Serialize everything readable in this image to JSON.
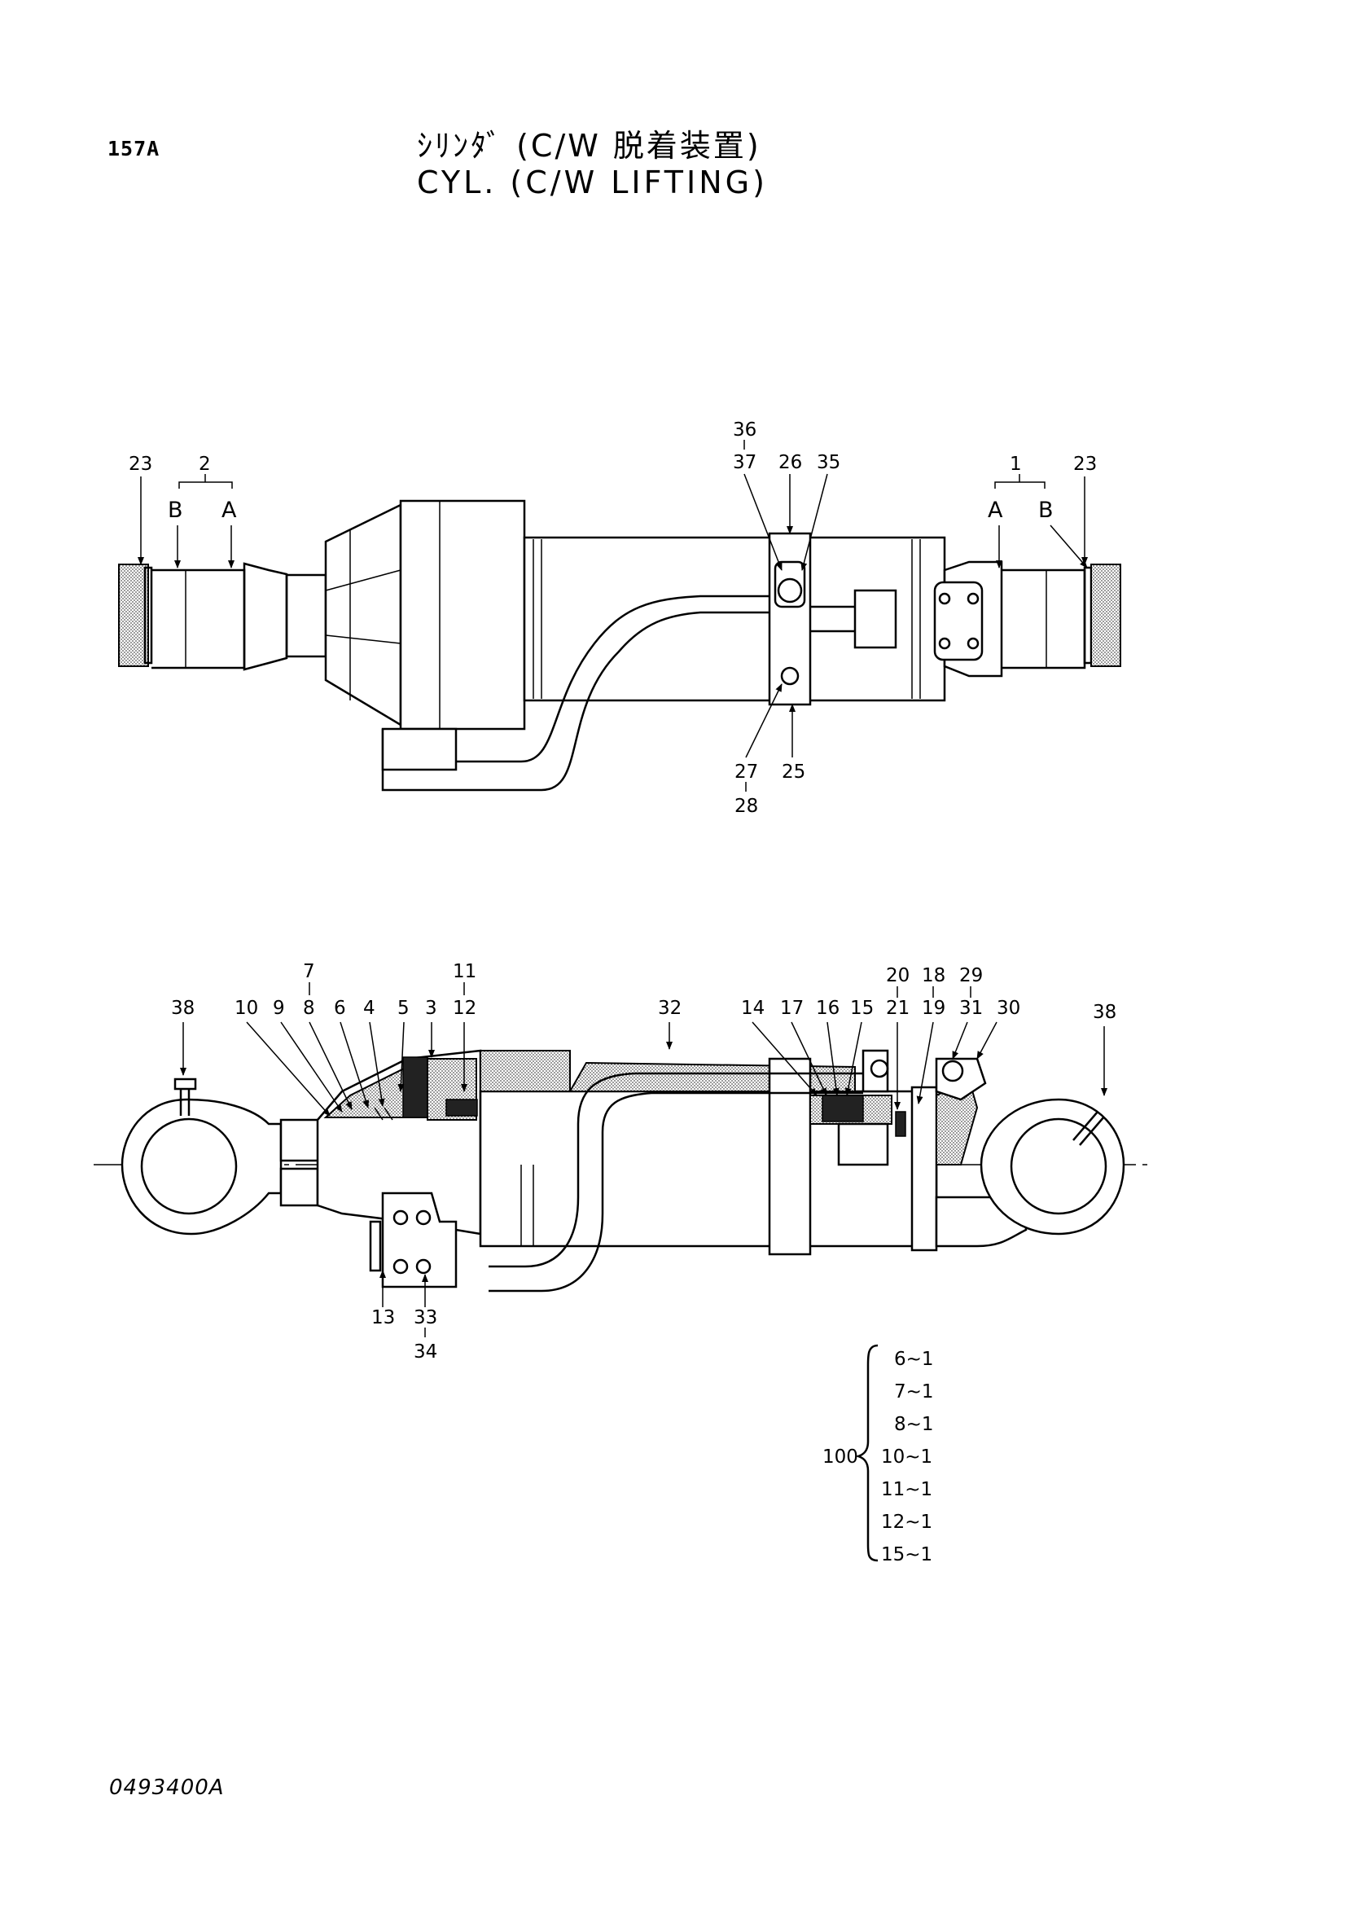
{
  "header": {
    "page_id": "157A",
    "title_jp": "ｼﾘﾝﾀﾞ (C/W 脱着装置)",
    "title_en": "CYL.  (C/W LIFTING)"
  },
  "footer": {
    "doc_code": "0493400A"
  },
  "upper_view": {
    "callouts": [
      "23",
      "2",
      "B",
      "A",
      "36",
      "37",
      "26",
      "35",
      "1",
      "A",
      "B",
      "23",
      "27",
      "28",
      "25"
    ]
  },
  "lower_view": {
    "callouts": [
      "38",
      "10",
      "9",
      "7",
      "8",
      "6",
      "4",
      "5",
      "3",
      "11",
      "12",
      "32",
      "14",
      "17",
      "16",
      "15",
      "20",
      "21",
      "18",
      "19",
      "29",
      "31",
      "30",
      "38",
      "13",
      "33",
      "34"
    ]
  },
  "kit": {
    "label": "100",
    "items": [
      "6~1",
      "7~1",
      "8~1",
      "10~1",
      "11~1",
      "12~1",
      "15~1"
    ]
  }
}
